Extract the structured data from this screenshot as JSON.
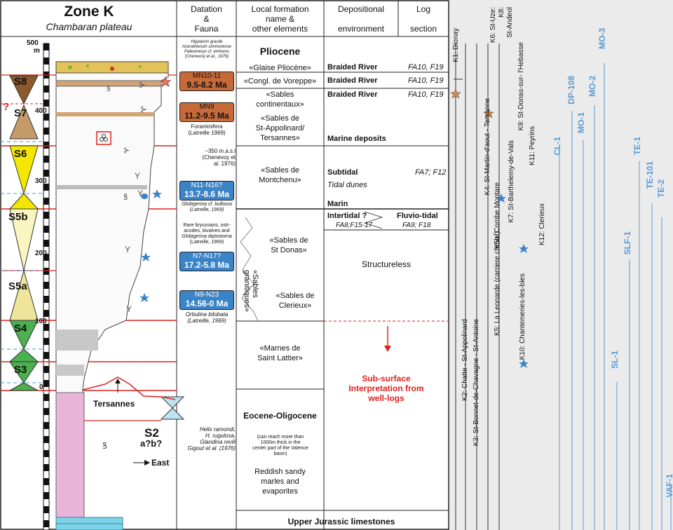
{
  "zone": {
    "title": "Zone K",
    "subtitle": "Chambaran plateau"
  },
  "headers": {
    "datation": "Datation\n&\nFauna",
    "formation": "Local formation\nname &\nother elements",
    "environment": "Depositional\n\nenvironment",
    "log": "Log\n\nsection"
  },
  "scale": {
    "t500": "500",
    "m": "m",
    "t400": "400",
    "t300": "300",
    "t200": "200",
    "t100": "100",
    "t0": "0"
  },
  "sequences": [
    "S8",
    "S7",
    "S6",
    "S5b",
    "S5a",
    "S4",
    "S3",
    "S2",
    "a?b?"
  ],
  "question_mark": "?",
  "labels": {
    "tersannes": "Tersannes",
    "east": "East"
  },
  "fauna": {
    "top": "Hipparion gracile\nAceratherium simmorense\nPaleomeryx cf. eminens\n(Chenevoy et al., 1976)",
    "mn1011_a": "MN10-11",
    "mn1011_b": "9.5-8.2 Ma",
    "mn9_a": "MN9",
    "mn9_b": "11.2-9.5 Ma",
    "foram": "Foraminifera\n(Latreille 1969)",
    "chenevoy": "~350 m.a.s.l\n(Chenevoy et\nal. 1976)",
    "n11_a": "N11-N16?",
    "n11_b": "13.7-8.6 Ma",
    "globi": "Globigerina cf. bulbosa\n(Latreille, 1969)",
    "rare": "Rare bryozoans, ostr-\nacodes, bivalves and\nGlobigerina diplostoma\n(Latreille, 1969)",
    "n7_a": "N7-N17?",
    "n7_b": "17.2-5.8 Ma",
    "n9_a": "N9-N23",
    "n9_b": "14.56-0 Ma",
    "orbulina": "Orbulina bilobata\n(Latreille, 1969)",
    "helix": "Helix ramondi,\nH. rugulosa,\nGlandina revili\nGigout et al. (1976)"
  },
  "formations": {
    "pliocene": "Pliocene",
    "glaise": "«Glaise Pliocène»",
    "voreppe": "«Congl. de Voreppe»",
    "sables_cont": "«Sables\ncontinentaux»",
    "appolinard": "«Sables de\nSt-Appolinard/\nTersannes»",
    "montchenu": "«Sables de\nMontchenu»",
    "stdonas": "«Sables de\nSt Donas»",
    "clerieux": "«Sables de\nClerieux»",
    "granitiques": "«Sables\ngranitiques»",
    "marnes": "«Marnes de\nSaint Lattier»",
    "eocene": "Eocene-Oligocene",
    "eocene_note": "(can reach more than\n1000m thick in the\ncenter part of the Valence\nbasin)",
    "reddish": "Reddish sandy\nmarles and\nevaporites",
    "jurassic": "Upper Jurassic limestones"
  },
  "environment": {
    "braided1": "Braided  River",
    "braided2": "Braided  River",
    "braided3": "Braided  River",
    "fa1": "FA10, F19",
    "fa2": "FA10, F19",
    "fa3": "FA10, F19",
    "marine": "Marine deposits",
    "subtidal": "Subtidal",
    "fa_sub": "FA7; F12",
    "tidal": "Tidal dunes",
    "marin": "Marin",
    "intertidal": "Intertidal ?",
    "fluvio": "Fluvio-tidal",
    "fa_inter": "FA8;F15-17",
    "fa_fluvio": "FA9; F18",
    "structureless": "Structureless",
    "subsurface": "Sub-surface\nInterpretation from\nwell-logs"
  },
  "logs": {
    "k1": "K1: Dionay",
    "k2": "K2: Chatte - St-Appolinard",
    "k3": "K3: St-Bonnet-de-Chavagne - St-Antoine",
    "k4": "K4: St-Martin-d'aout - Tersanne",
    "k5": "K5: La Leonarde (carriere cheval)",
    "k5b": "K5b: Combe Montare",
    "k6": "K6: St-Uze:",
    "k8": "K8:",
    "k8b": "St-Andeol",
    "k7": "K7: St-Barthelemy-de-Vals",
    "k9": "K9: St-Donas-sur- l'Hebasse",
    "k10": "K10: Chantemeries-les-bles",
    "k11": "K11: Peyrins",
    "k12": "K12: Clerieux"
  },
  "wells": [
    "MO-3",
    "DP-108",
    "MO-2",
    "MO-1",
    "CL-1",
    "TE-1",
    "TE-101",
    "TE-2",
    "SLF-1",
    "SL-1",
    "VAF-1"
  ],
  "colors": {
    "brown": "#c66a3a",
    "blue": "#3b83c7",
    "red": "#e02020",
    "well": "#5a9bd5",
    "yellow": "#f5e600",
    "green": "#4caf50",
    "pink": "#e8b4d8"
  }
}
